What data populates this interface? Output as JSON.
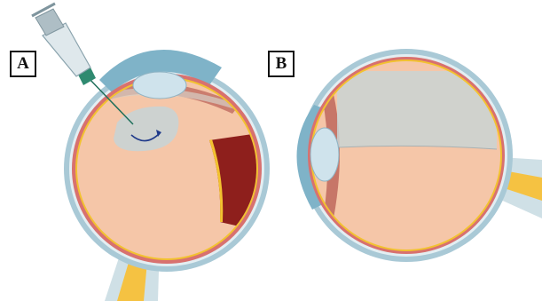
{
  "panels": [
    {
      "id": "A",
      "label": "A"
    },
    {
      "id": "B",
      "label": "B"
    }
  ],
  "colors": {
    "sclera_outer": "#a9c9d6",
    "sclera_inner": "#e3eef2",
    "choroid": "#d8716f",
    "choroid_dark": "#a8413e",
    "retina": "#f2c230",
    "vitreous": "#f5c6a8",
    "lens": "#cfe3ec",
    "cornea": "#7fb3c8",
    "optic_nerve": "#f5c242",
    "optic_nerve_sheath": "#cfe0e6",
    "detached_retina": "#8e1f1c",
    "gas_bubble": "#c9d3d4",
    "syringe_barrel": "#dfe8ec",
    "needle": "#1f6f5b",
    "arrow": "#1f3a8a",
    "label_border": "#111111"
  },
  "icons": {
    "syringe": "syringe-icon",
    "rotation_arrow": "curved-arrow-icon"
  }
}
